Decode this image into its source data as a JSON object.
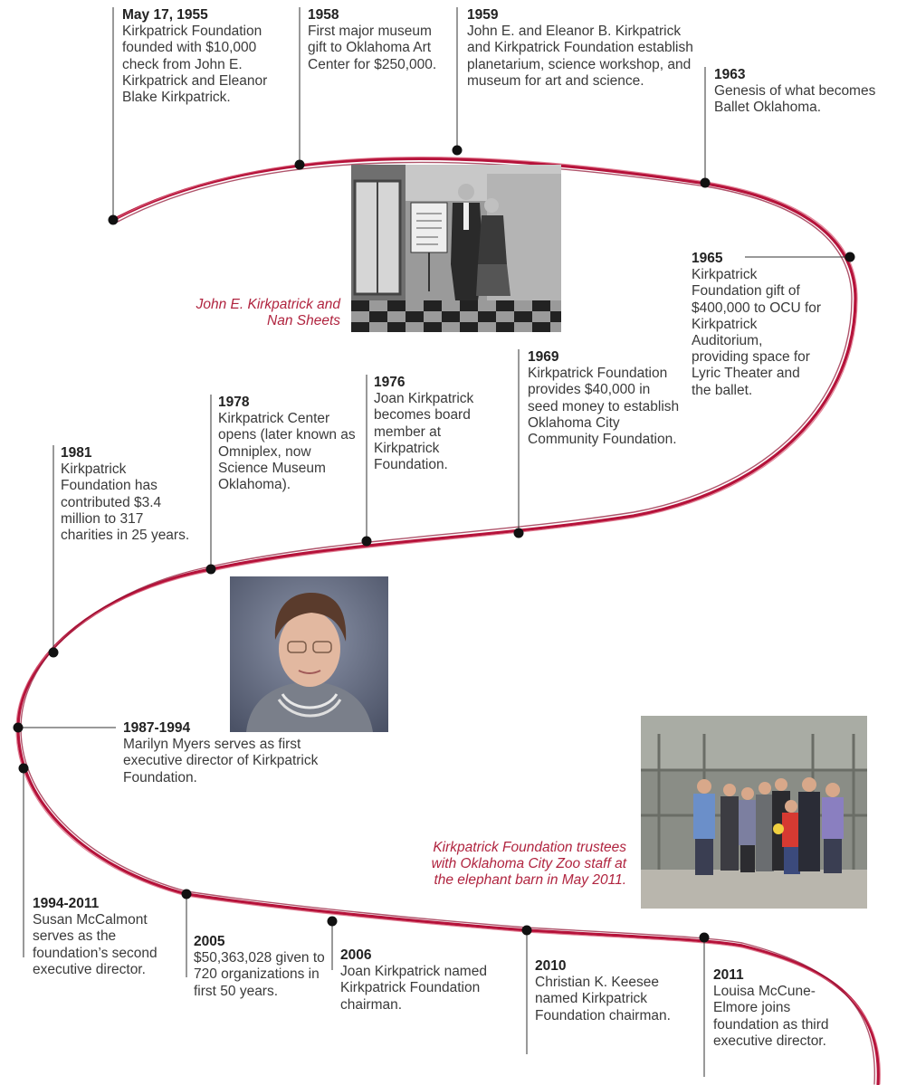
{
  "colors": {
    "ribbon": "#b5123a",
    "ribbon_light": "#d9627a",
    "dot": "#111111",
    "leader": "#333333",
    "caption": "#b0243f"
  },
  "events": [
    {
      "year": "May 17, 1955",
      "text": "Kirkpatrick Foundation founded with $10,000 check from John E. Kirkpatrick and Eleanor Blake Kirkpatrick."
    },
    {
      "year": "1958",
      "text": "First major museum gift to Oklahoma Art Center for $250,000."
    },
    {
      "year": "1959",
      "text": "John E. and Eleanor B. Kirkpatrick and Kirkpatrick Foundation establish planetarium, science workshop, and museum for art and science."
    },
    {
      "year": "1963",
      "text": "Genesis of what becomes Ballet Oklahoma."
    },
    {
      "year": "1965",
      "text": "Kirkpatrick Foundation gift of $400,000 to OCU for Kirkpatrick Auditorium, providing space for Lyric Theater and the ballet."
    },
    {
      "year": "1969",
      "text": "Kirkpatrick Foundation provides $40,000 in seed money to establish Oklahoma City Community Foundation."
    },
    {
      "year": "1976",
      "text": "Joan Kirkpatrick becomes board member at Kirkpatrick Foundation."
    },
    {
      "year": "1978",
      "text": "Kirkpatrick Center opens (later known as Omniplex, now Science Museum Oklahoma)."
    },
    {
      "year": "1981",
      "text": "Kirkpatrick Foundation has contributed $3.4 million to 317 charities in 25 years."
    },
    {
      "year": "1987-1994",
      "text": "Marilyn Myers serves as first executive director of Kirkpatrick Foundation."
    },
    {
      "year": "1994-2011",
      "text": "Susan McCalmont serves as the foundation’s second executive director."
    },
    {
      "year": "2005",
      "text": "$50,363,028 given to 720 organizations in first 50 years."
    },
    {
      "year": "2006",
      "text": "Joan Kirkpatrick named Kirkpatrick Foundation chairman."
    },
    {
      "year": "2010",
      "text": "Christian K. Keesee named Kirkpatrick Foundation chairman."
    },
    {
      "year": "2011",
      "text": "Louisa McCune-Elmore joins foundation as third executive director."
    }
  ],
  "captions": {
    "nan_sheets": "John E. Kirkpatrick and Nan Sheets",
    "zoo": "Kirkpatrick Foundation trustees with Oklahoma City Zoo staff at the elephant barn in May 2011."
  }
}
